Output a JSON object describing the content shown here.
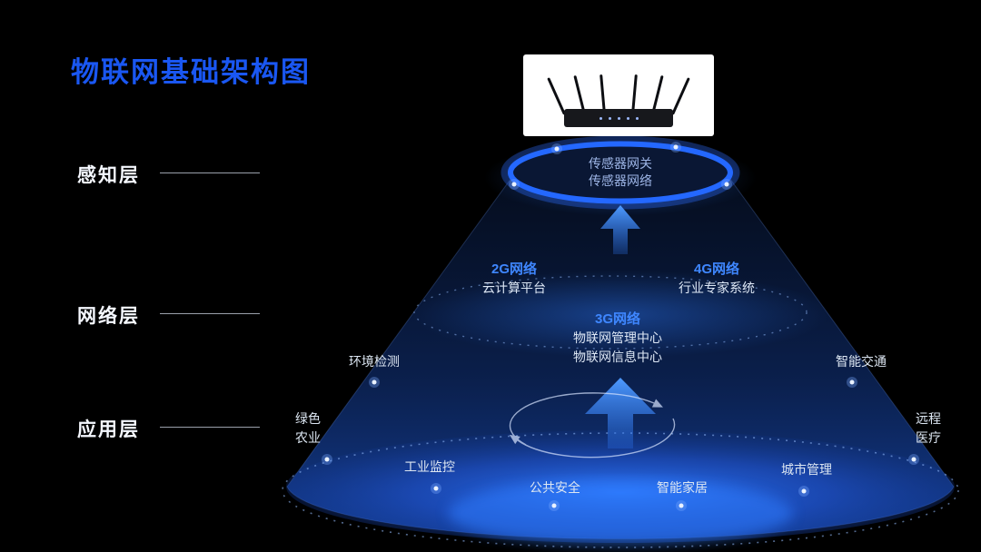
{
  "title": "物联网基础架构图",
  "colors": {
    "background": "#000000",
    "title_blue": "#1a57f2",
    "accent_blue": "#2e7bff",
    "label_white": "#f5f8ff",
    "sub_blue": "#9db5e6"
  },
  "layer_labels": [
    {
      "id": "perception",
      "label": "感知层"
    },
    {
      "id": "network",
      "label": "网络层"
    },
    {
      "id": "application",
      "label": "应用层"
    }
  ],
  "perception_layer": {
    "node_line1": "传感器网关",
    "node_line2": "传感器网络"
  },
  "network_layer": {
    "left": {
      "title": "2G网络",
      "subtitle": "云计算平台"
    },
    "right": {
      "title": "4G网络",
      "subtitle": "行业专家系统"
    },
    "center": {
      "title": "3G网络",
      "subtitle1": "物联网管理中心",
      "subtitle2": "物联网信息中心"
    }
  },
  "application_layer": {
    "items": [
      {
        "label": "环境检测"
      },
      {
        "label": "智能交通"
      },
      {
        "label": "绿色农业"
      },
      {
        "label": "远程医疗"
      },
      {
        "label": "工业监控"
      },
      {
        "label": "公共安全"
      },
      {
        "label": "智能家居"
      },
      {
        "label": "城市管理"
      }
    ]
  },
  "images": {
    "router_photo": "black wireless router with six antennas on white background"
  }
}
